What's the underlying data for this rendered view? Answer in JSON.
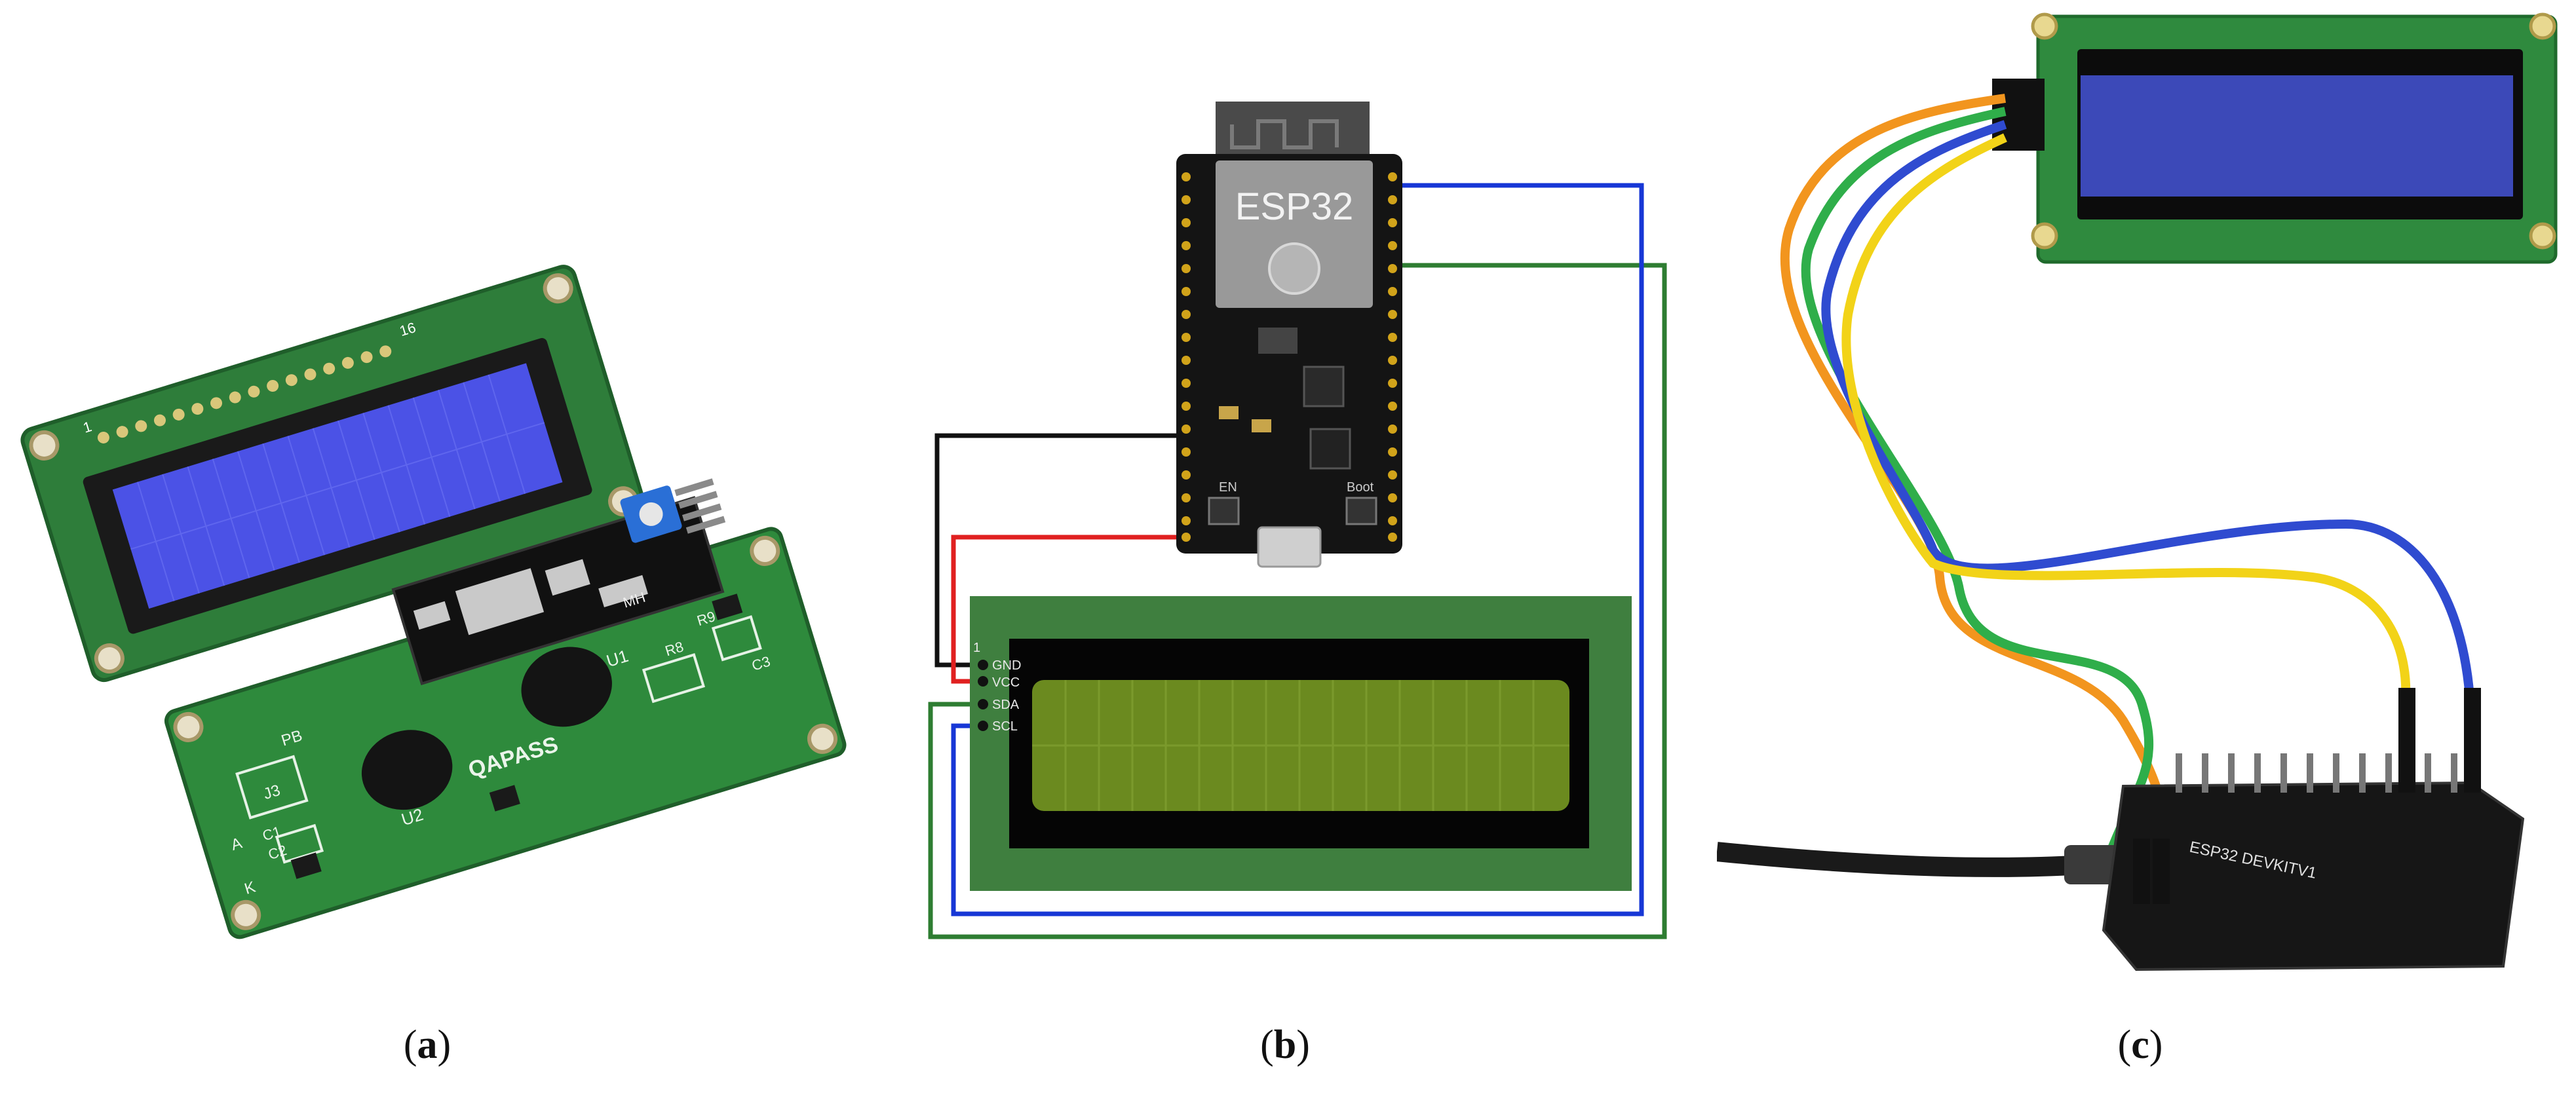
{
  "panel_a": {
    "silk_marks": [
      "QAPASS",
      "U2",
      "U1",
      "MH",
      "PB",
      "J3",
      "C1",
      "C2",
      "C3",
      "R8",
      "R9",
      "A",
      "K",
      "16",
      "1"
    ]
  },
  "panel_b": {
    "mcu_label": "ESP32",
    "en_label": "EN",
    "boot_label": "Boot",
    "lcd_pins": [
      "1",
      "GND",
      "VCC",
      "SDA",
      "SCL"
    ]
  },
  "panel_c": {
    "board_label": "ESP32 DEVKITV1"
  },
  "captions": [
    "a",
    "b",
    "c"
  ]
}
